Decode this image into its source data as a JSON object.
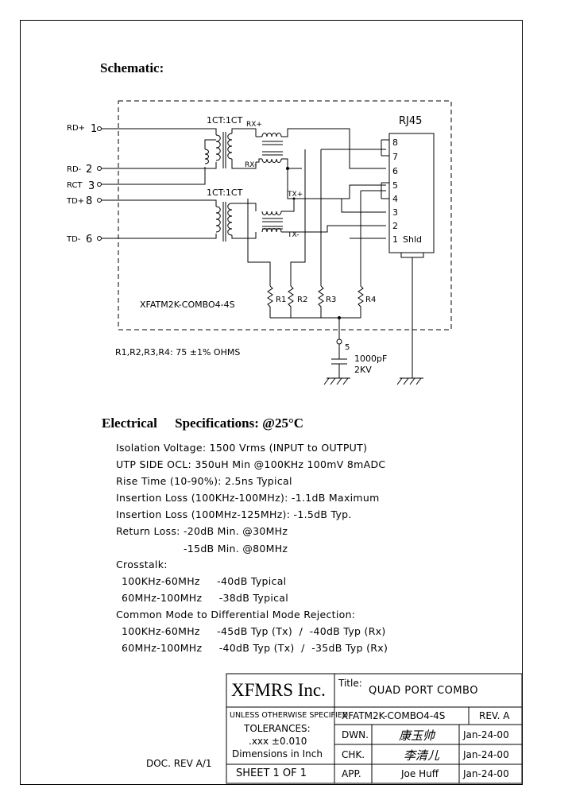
{
  "headings": {
    "schematic": "Schematic:",
    "electrical_prefix": "Electrical",
    "electrical_suffix": "Specifications:  @25°C"
  },
  "schematic": {
    "pins_left": [
      {
        "label": "RD+",
        "num": "1"
      },
      {
        "label": "RD-",
        "num": "2"
      },
      {
        "label": "RCT",
        "num": "3"
      },
      {
        "label": "TD+",
        "num": "8"
      },
      {
        "label": "TD-",
        "num": "6"
      }
    ],
    "transformer_ratio_top": "1CT:1CT",
    "transformer_ratio_bottom": "1CT:1CT",
    "rx_plus": "RX+",
    "rx_minus": "RX-",
    "tx_plus": "TX+",
    "tx_minus": "TX-",
    "connector_title": "RJ45",
    "connector_pins": [
      "8",
      "7",
      "6",
      "5",
      "4",
      "3",
      "2",
      "1"
    ],
    "shield_label": "Shld",
    "resistors": [
      "R1",
      "R2",
      "R3",
      "R4"
    ],
    "part_label": "XFATM2K-COMBO4-4S",
    "node_5": "5",
    "cap_value": "1000pF",
    "cap_voltage": "2KV",
    "resistor_note": "R1,R2,R3,R4:  75  ±1%  OHMS"
  },
  "specs": [
    "Isolation Voltage:  1500 Vrms (INPUT to OUTPUT)",
    "UTP SIDE OCL: 350uH Min @100KHz 100mV 8mADC",
    "Rise Time (10-90%): 2.5ns Typical",
    "Insertion Loss (100KHz-100MHz): -1.1dB Maximum",
    "Insertion Loss (100MHz-125MHz): -1.5dB Typ.",
    "Return Loss: -20dB Min. @30MHz",
    "-15dB Min. @80MHz",
    "Crosstalk:",
    "100KHz-60MHz     -40dB Typical",
    "60MHz-100MHz     -38dB Typical",
    "Common Mode to Differential Mode Rejection:",
    "100KHz-60MHz     -45dB Typ (Tx)  /  -40dB Typ (Rx)",
    "60MHz-100MHz     -40dB Typ (Tx)  /  -35dB Typ (Rx)"
  ],
  "doc_rev": "DOC. REV A/1",
  "title_block": {
    "company": "XFMRS Inc.",
    "title_label": "Title:",
    "title_value": "QUAD PORT COMBO",
    "tolerance_header": "UNLESS OTHERWISE SPECIFIED",
    "tolerances_label": "TOLERANCES:",
    "tolerance_value": ".xxx ±0.010",
    "dimensions_note": "Dimensions in Inch",
    "sheet": "SHEET  1  OF  1",
    "part_number": "XFATM2K-COMBO4-4S",
    "revision": "REV. A",
    "rows": [
      {
        "label": "DWN.",
        "name": "康玉帅",
        "date": "Jan-24-00"
      },
      {
        "label": "CHK.",
        "name": "李清儿",
        "date": "Jan-24-00"
      },
      {
        "label": "APP.",
        "name": "Joe Huff",
        "date": "Jan-24-00"
      }
    ]
  }
}
